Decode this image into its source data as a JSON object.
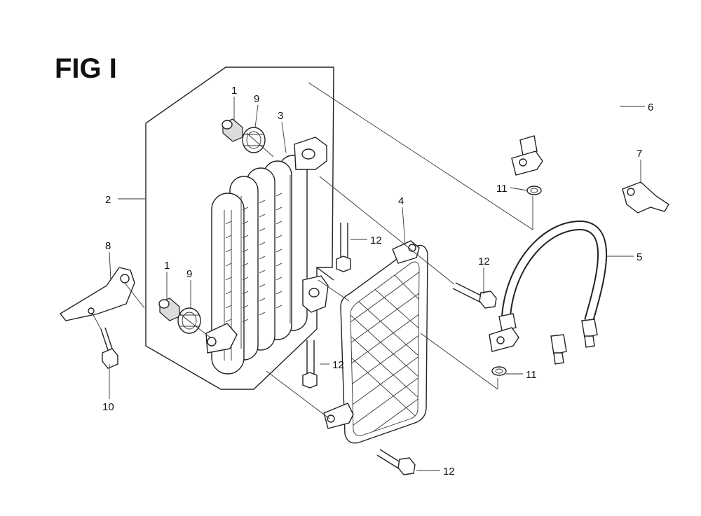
{
  "figure": {
    "title": "FIG I"
  },
  "callouts": [
    {
      "id": "c1a",
      "label": "1"
    },
    {
      "id": "c9a",
      "label": "9"
    },
    {
      "id": "c3",
      "label": "3"
    },
    {
      "id": "c2",
      "label": "2"
    },
    {
      "id": "c8",
      "label": "8"
    },
    {
      "id": "c1b",
      "label": "1"
    },
    {
      "id": "c9b",
      "label": "9"
    },
    {
      "id": "c10",
      "label": "10"
    },
    {
      "id": "c12a",
      "label": "12"
    },
    {
      "id": "c4",
      "label": "4"
    },
    {
      "id": "c12b",
      "label": "12"
    },
    {
      "id": "c12c",
      "label": "12"
    },
    {
      "id": "c12d",
      "label": "12"
    },
    {
      "id": "c6",
      "label": "6"
    },
    {
      "id": "c7",
      "label": "7"
    },
    {
      "id": "c11a",
      "label": "11"
    },
    {
      "id": "c5",
      "label": "5"
    },
    {
      "id": "c11b",
      "label": "11"
    }
  ]
}
